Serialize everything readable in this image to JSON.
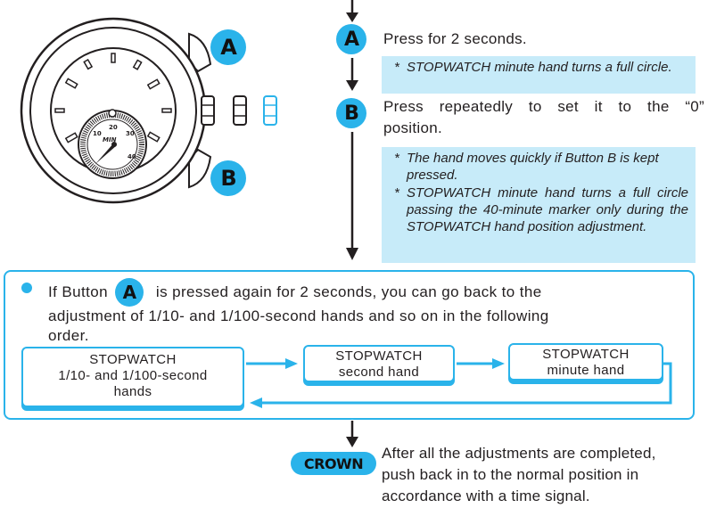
{
  "labels": {
    "a": "A",
    "b": "B",
    "crown": "CROWN"
  },
  "watch": {
    "dial_numbers": [
      "10",
      "20",
      "30",
      "40"
    ],
    "dial_unit": "MIN"
  },
  "step_a": {
    "text": "Press for 2 seconds.",
    "note": "STOPWATCH minute hand turns a full circle."
  },
  "step_b": {
    "text_line1": "Press repeatedly to set it to the “0”",
    "text_line2": "position.",
    "notes": [
      "The hand moves quickly if Button B is kept pressed.",
      "STOPWATCH minute hand turns a full circle passing the 40-minute marker only during the STOPWATCH hand position adjustment."
    ]
  },
  "panel": {
    "text_before": "If Button",
    "text_after": "is pressed again for 2 seconds, you can go back to the",
    "text_line2": "adjustment of 1/10- and 1/100-second hands and so on in the following",
    "text_line3": "order."
  },
  "flow": [
    {
      "line1": "STOPWATCH",
      "line2": "1/10- and 1/100-second",
      "line3": "hands"
    },
    {
      "line1": "STOPWATCH",
      "line2": "second hand"
    },
    {
      "line1": "STOPWATCH",
      "line2": "minute hand"
    }
  ],
  "final": {
    "line1": "After all the adjustments are completed,",
    "line2": "push back in to the normal position in",
    "line3": "accordance with a time signal."
  },
  "colors": {
    "accent": "#2ab3ea",
    "note_bg": "#c7ebf9",
    "text": "#231f20"
  }
}
